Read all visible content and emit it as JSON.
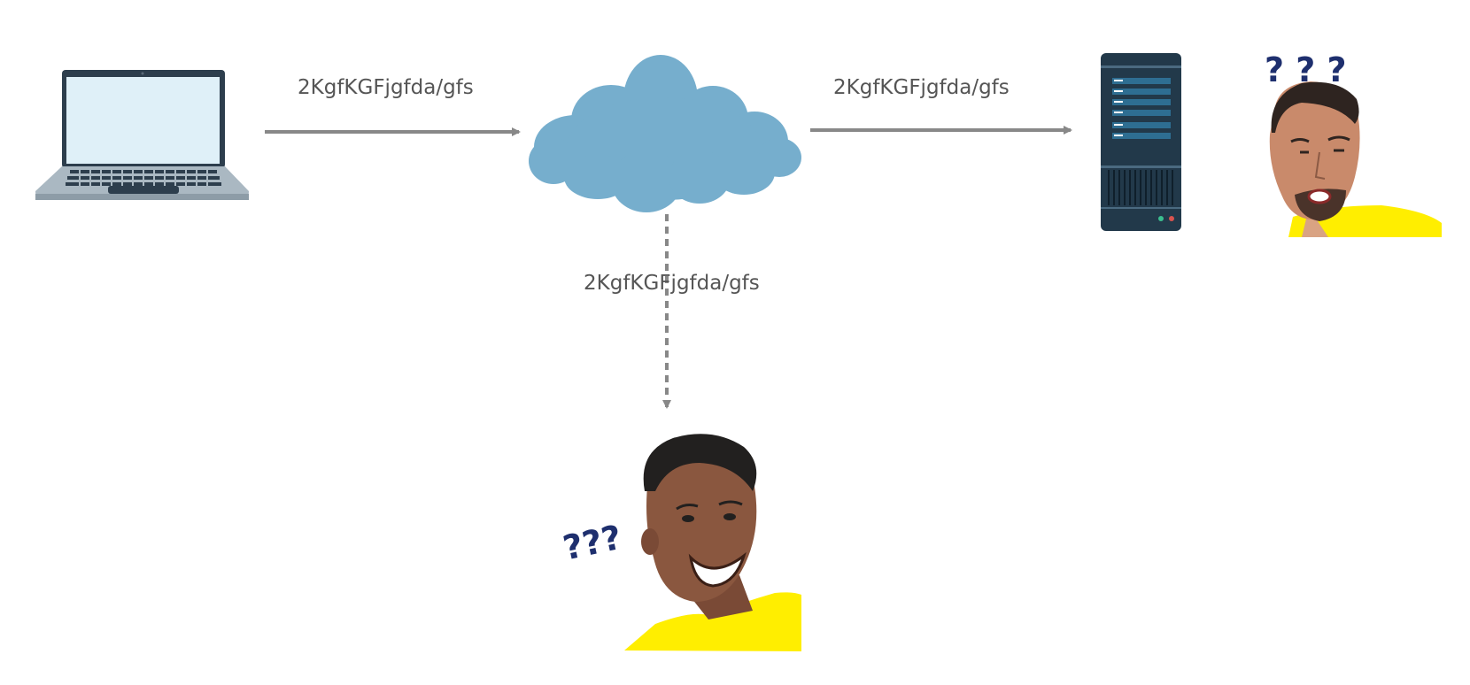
{
  "diagram": {
    "edges": [
      {
        "from": "laptop",
        "to": "cloud",
        "label": "2KgfKGFjgfda/gfs",
        "style": "solid"
      },
      {
        "from": "cloud",
        "to": "server",
        "label": "2KgfKGFjgfda/gfs",
        "style": "solid"
      },
      {
        "from": "cloud",
        "to": "eavesdropper",
        "label": "2KgfKGFjgfda/gfs",
        "style": "dashed"
      }
    ],
    "confused_marks": {
      "server_person": "? ? ?",
      "eavesdropper": "???"
    },
    "colors": {
      "arrow": "#888888",
      "label": "#555555",
      "cloud": "#76aecd",
      "laptop_screen": "#dff0f8",
      "laptop_frame": "#2d3e4d",
      "laptop_base": "#aab8c2",
      "server_body": "#22394a",
      "server_slot": "#2e6e92",
      "question_mark": "#1e2f6e",
      "shirt": "#ffee00"
    }
  }
}
